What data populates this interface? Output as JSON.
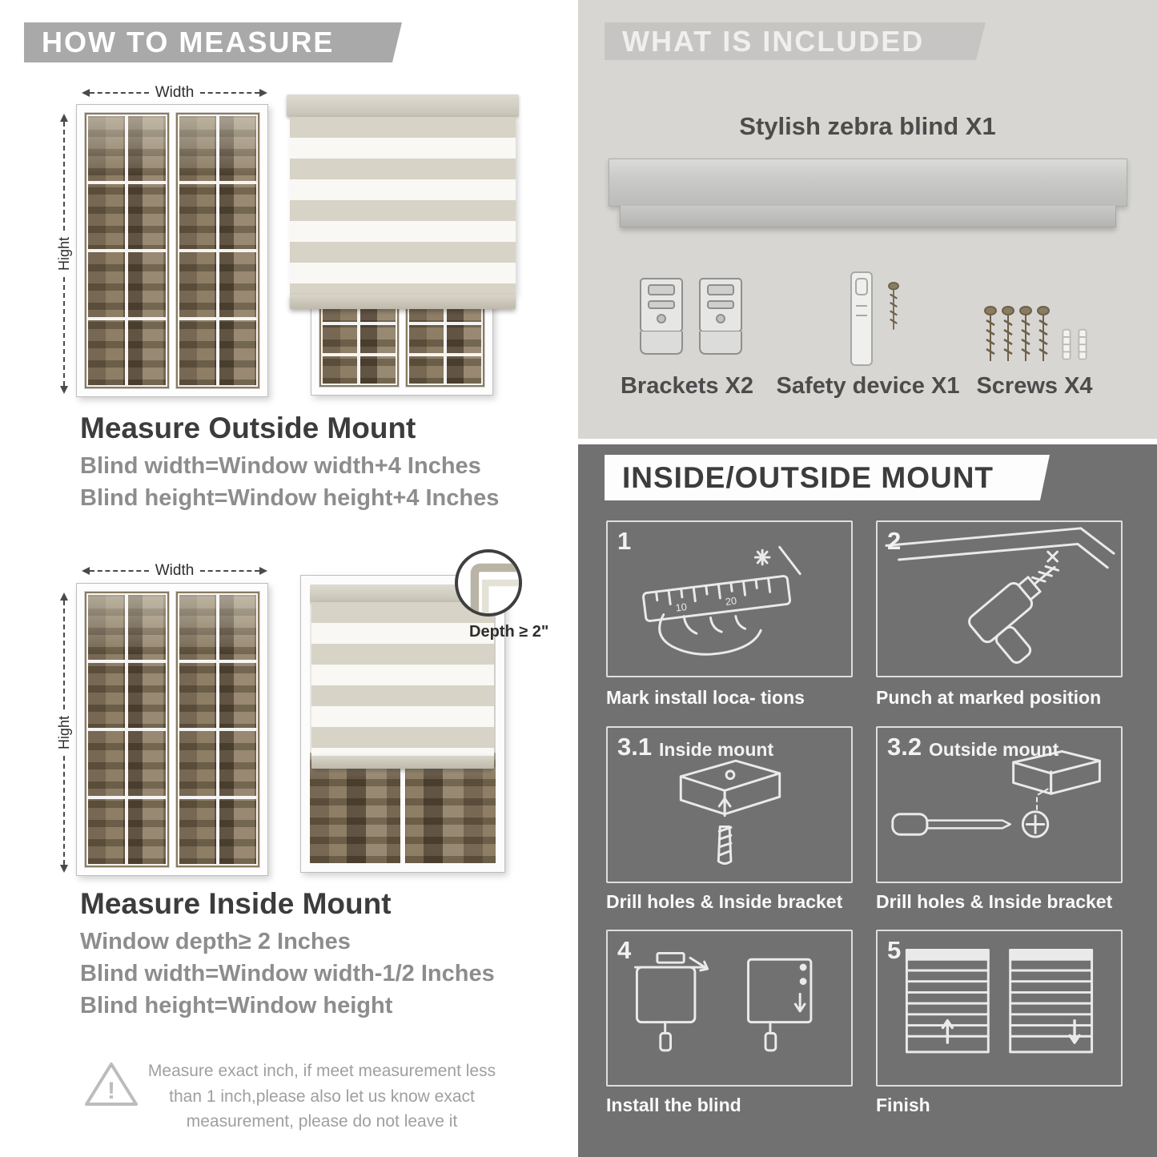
{
  "palette": {
    "header_banner_gray": "#a9a9a9",
    "included_section_bg": "#d7d6d3",
    "mount_section_bg": "#717171",
    "title_text": "#3c3c3c",
    "formula_text": "#8d8d8d",
    "blind_stripe_beige": "#d7d3c6"
  },
  "how_to_measure": {
    "header": "HOW TO MEASURE",
    "width_label": "Width",
    "height_label": "Hight",
    "outside": {
      "title": "Measure Outside Mount",
      "lines": [
        "Blind width=Window width+4 Inches",
        "Blind height=Window height+4 Inches"
      ]
    },
    "inside": {
      "depth_callout": "Depth ≥ 2\"",
      "title": "Measure Inside Mount",
      "lines": [
        "Window depth≥ 2 Inches",
        "Blind width=Window width-1/2 Inches",
        "Blind height=Window height"
      ]
    },
    "warning_note": "Measure exact inch, if meet measurement less than 1 inch,please also let us know exact measurement, please do not leave it"
  },
  "included": {
    "header": "WHAT IS INCLUDED",
    "product_label": "Stylish zebra blind X1",
    "items": [
      {
        "label": "Brackets X2"
      },
      {
        "label": "Safety device X1"
      },
      {
        "label": "Screws X4"
      }
    ]
  },
  "mount_steps": {
    "header": "INSIDE/OUTSIDE MOUNT",
    "steps": [
      {
        "num": "1",
        "title": "",
        "caption": "Mark install loca- tions"
      },
      {
        "num": "2",
        "title": "",
        "caption": "Punch at  marked position"
      },
      {
        "num": "3.1",
        "title": "Inside mount",
        "caption": "Drill holes &  Inside bracket"
      },
      {
        "num": "3.2",
        "title": "Outside mount",
        "caption": "Drill holes &  Inside bracket"
      },
      {
        "num": "4",
        "title": "",
        "caption": "Install the blind"
      },
      {
        "num": "5",
        "title": "",
        "caption": "Finish"
      }
    ]
  }
}
